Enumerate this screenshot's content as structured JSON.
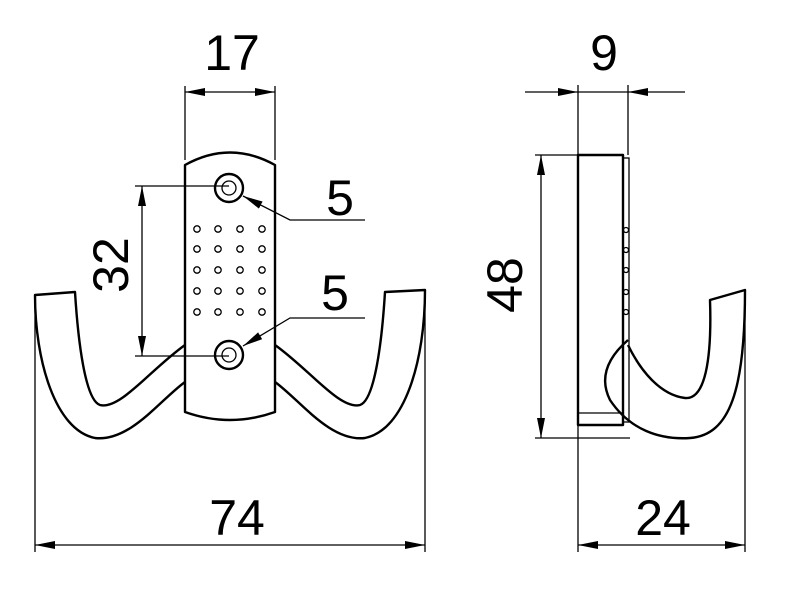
{
  "title": "Double coat hook dimension drawing",
  "dimensions": {
    "plate_width": "17",
    "hole_upper": "5",
    "hole_lower": "5",
    "hole_spacing": "32",
    "total_width": "74",
    "side_thickness": "9",
    "height": "48",
    "depth": "24"
  },
  "colors": {
    "line": "#000000",
    "background": "#ffffff"
  }
}
